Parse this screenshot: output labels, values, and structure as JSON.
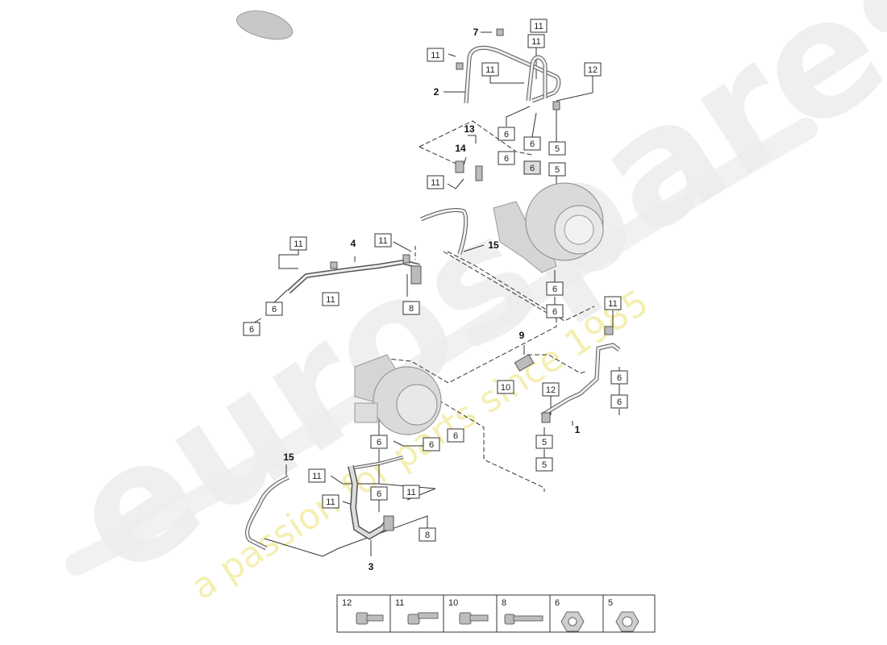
{
  "watermark": {
    "brand": "eurospares",
    "tagline": "a passion for parts since 1985"
  },
  "callouts": [
    {
      "id": "c7",
      "text": "7",
      "kind": "bold"
    },
    {
      "id": "c2",
      "text": "2",
      "kind": "bold"
    },
    {
      "id": "c13",
      "text": "13",
      "kind": "bold"
    },
    {
      "id": "c14",
      "text": "14",
      "kind": "bold"
    },
    {
      "id": "c4",
      "text": "4",
      "kind": "bold"
    },
    {
      "id": "c15a",
      "text": "15",
      "kind": "bold"
    },
    {
      "id": "c9",
      "text": "9",
      "kind": "bold"
    },
    {
      "id": "c1",
      "text": "1",
      "kind": "bold"
    },
    {
      "id": "c15b",
      "text": "15",
      "kind": "bold"
    },
    {
      "id": "c3",
      "text": "3",
      "kind": "bold"
    },
    {
      "id": "b11a",
      "text": "11",
      "kind": "box"
    },
    {
      "id": "b11b",
      "text": "11",
      "kind": "box"
    },
    {
      "id": "b11c",
      "text": "11",
      "kind": "box"
    },
    {
      "id": "b11d",
      "text": "11",
      "kind": "box"
    },
    {
      "id": "b12a",
      "text": "12",
      "kind": "box"
    },
    {
      "id": "b6a",
      "text": "6",
      "kind": "box"
    },
    {
      "id": "b6b",
      "text": "6",
      "kind": "box"
    },
    {
      "id": "b6c",
      "text": "6",
      "kind": "box"
    },
    {
      "id": "b6d",
      "text": "6",
      "kind": "box"
    },
    {
      "id": "b5a",
      "text": "5",
      "kind": "box"
    },
    {
      "id": "b5b",
      "text": "5",
      "kind": "box"
    },
    {
      "id": "b11e",
      "text": "11",
      "kind": "box"
    },
    {
      "id": "b11f",
      "text": "11",
      "kind": "box"
    },
    {
      "id": "b11g",
      "text": "11",
      "kind": "box"
    },
    {
      "id": "b11h",
      "text": "11",
      "kind": "box"
    },
    {
      "id": "b6e",
      "text": "6",
      "kind": "box"
    },
    {
      "id": "b6f",
      "text": "6",
      "kind": "box"
    },
    {
      "id": "b8a",
      "text": "8",
      "kind": "box"
    },
    {
      "id": "b6g",
      "text": "6",
      "kind": "box"
    },
    {
      "id": "b6h",
      "text": "6",
      "kind": "box"
    },
    {
      "id": "b11i",
      "text": "11",
      "kind": "box"
    },
    {
      "id": "b10a",
      "text": "10",
      "kind": "box"
    },
    {
      "id": "b12b",
      "text": "12",
      "kind": "box"
    },
    {
      "id": "b6i",
      "text": "6",
      "kind": "box"
    },
    {
      "id": "b6j",
      "text": "6",
      "kind": "box"
    },
    {
      "id": "b5c",
      "text": "5",
      "kind": "box"
    },
    {
      "id": "b5d",
      "text": "5",
      "kind": "box"
    },
    {
      "id": "b6k",
      "text": "6",
      "kind": "box"
    },
    {
      "id": "b6l",
      "text": "6",
      "kind": "box"
    },
    {
      "id": "b6m",
      "text": "6",
      "kind": "box"
    },
    {
      "id": "b11j",
      "text": "11",
      "kind": "box"
    },
    {
      "id": "b6n",
      "text": "6",
      "kind": "box"
    },
    {
      "id": "b11k",
      "text": "11",
      "kind": "box"
    },
    {
      "id": "b11l",
      "text": "11",
      "kind": "box"
    },
    {
      "id": "b8b",
      "text": "8",
      "kind": "box"
    }
  ],
  "legend": {
    "items": [
      {
        "label": "12",
        "icon": "flange-bolt-icon"
      },
      {
        "label": "11",
        "icon": "stud-bolt-icon"
      },
      {
        "label": "10",
        "icon": "flange-bolt-icon"
      },
      {
        "label": "8",
        "icon": "long-bolt-icon"
      },
      {
        "label": "6",
        "icon": "hex-nut-icon"
      },
      {
        "label": "5",
        "icon": "hex-nut-icon"
      }
    ]
  }
}
